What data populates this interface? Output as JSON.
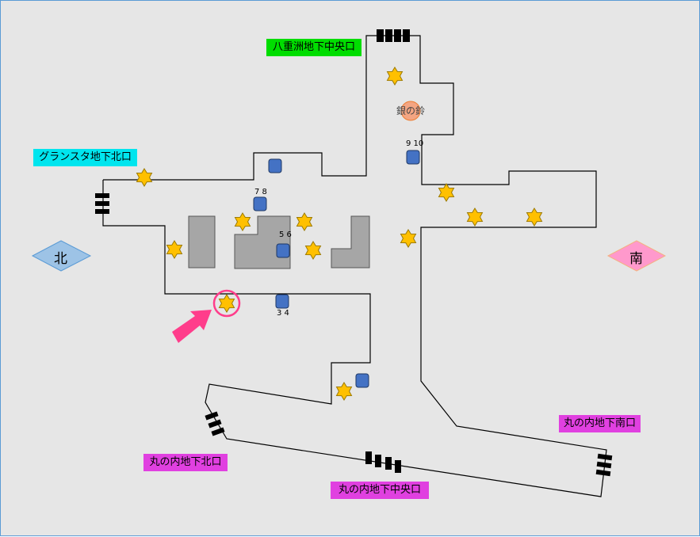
{
  "exits": {
    "yaesu_central": "八重洲地下中央口",
    "gransta_north": "グランスタ地下北口",
    "marunouchi_north": "丸の内地下北口",
    "marunouchi_central": "丸の内地下中央口",
    "marunouchi_south": "丸の内地下南口"
  },
  "landmark": "銀の鈴",
  "directions": {
    "north": "北",
    "south": "南"
  },
  "platforms": {
    "p34": "3 4",
    "p56": "5 6",
    "p78": "7 8",
    "p910": "9 10"
  },
  "colors": {
    "yaesu_label": "#00dd00",
    "gransta_label": "#00e5ee",
    "marunouchi_label": "#e040e0",
    "star": "#ffc000",
    "platform": "#4472c4",
    "north": "#9dc3e6",
    "south": "#ff99cc",
    "highlight": "#ff3d8b"
  },
  "icons": [
    "star-marker-icon",
    "platform-marker-icon",
    "gate-icon",
    "arrow-icon",
    "highlight-circle-icon"
  ]
}
